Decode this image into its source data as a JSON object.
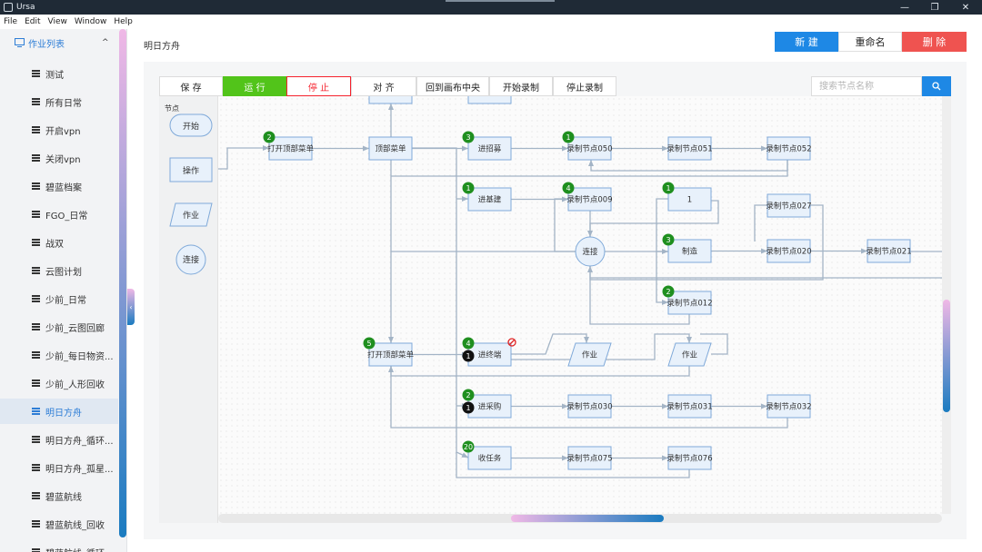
{
  "window": {
    "title": "Ursa",
    "minimize_glyph": "—",
    "maximize_glyph": "❐",
    "close_glyph": "✕"
  },
  "menu": [
    "File",
    "Edit",
    "View",
    "Window",
    "Help"
  ],
  "sidebar": {
    "header": "作业列表",
    "items": [
      {
        "label": "测试",
        "active": false
      },
      {
        "label": "所有日常",
        "active": false
      },
      {
        "label": "开启vpn",
        "active": false
      },
      {
        "label": "关闭vpn",
        "active": false
      },
      {
        "label": "碧蓝档案",
        "active": false
      },
      {
        "label": "FGO_日常",
        "active": false
      },
      {
        "label": "战双",
        "active": false
      },
      {
        "label": "云图计划",
        "active": false
      },
      {
        "label": "少前_日常",
        "active": false
      },
      {
        "label": "少前_云图回廊",
        "active": false
      },
      {
        "label": "少前_每日物资...",
        "active": false
      },
      {
        "label": "少前_人形回收",
        "active": false
      },
      {
        "label": "明日方舟",
        "active": true
      },
      {
        "label": "明日方舟_循环...",
        "active": false
      },
      {
        "label": "明日方舟_孤星...",
        "active": false
      },
      {
        "label": "碧蓝航线",
        "active": false
      },
      {
        "label": "碧蓝航线_回收",
        "active": false
      },
      {
        "label": "碧蓝航线_循环",
        "active": false
      }
    ]
  },
  "main": {
    "title": "明日方舟",
    "buttons": {
      "new": "新 建",
      "rename": "重命名",
      "delete": "删 除"
    }
  },
  "toolbar": {
    "save": "保 存",
    "run": "运 行",
    "stop": "停 止",
    "align": "对 齐",
    "center": "回到画布中央",
    "start_record": "开始录制",
    "stop_record": "停止录制"
  },
  "search": {
    "placeholder": "搜索节点名称",
    "value": ""
  },
  "palette": {
    "title": "节点",
    "start": "开始",
    "operation": "操作",
    "job": "作业",
    "connect": "连接"
  },
  "graph": {
    "nodes": [
      {
        "id": "n_top_a",
        "label": "打开顶部菜单",
        "badge": "2",
        "badge2": ""
      },
      {
        "id": "n_top",
        "label": "顶部菜单",
        "badge": "",
        "badge2": ""
      },
      {
        "id": "n_recruit",
        "label": "进招募",
        "badge": "3",
        "badge2": ""
      },
      {
        "id": "n_r050",
        "label": "录制节点050",
        "badge": "1",
        "badge2": ""
      },
      {
        "id": "n_r051",
        "label": "录制节点051",
        "badge": "",
        "badge2": ""
      },
      {
        "id": "n_r052",
        "label": "录制节点052",
        "badge": "",
        "badge2": ""
      },
      {
        "id": "n_base",
        "label": "进基建",
        "badge": "1",
        "badge2": ""
      },
      {
        "id": "n_r009",
        "label": "录制节点009",
        "badge": "4",
        "badge2": ""
      },
      {
        "id": "n_one",
        "label": "1",
        "badge": "1",
        "badge2": ""
      },
      {
        "id": "n_r027",
        "label": "录制节点027",
        "badge": "",
        "badge2": ""
      },
      {
        "id": "n_connect",
        "label": "连接",
        "badge": "",
        "badge2": ""
      },
      {
        "id": "n_make",
        "label": "制造",
        "badge": "3",
        "badge2": ""
      },
      {
        "id": "n_r020",
        "label": "录制节点020",
        "badge": "",
        "badge2": ""
      },
      {
        "id": "n_r021",
        "label": "录制节点021",
        "badge": "",
        "badge2": ""
      },
      {
        "id": "n_r012",
        "label": "录制节点012",
        "badge": "2",
        "badge2": ""
      },
      {
        "id": "n_top_b",
        "label": "打开顶部菜单",
        "badge": "5",
        "badge2": ""
      },
      {
        "id": "n_terminal",
        "label": "进终端",
        "badge": "4",
        "badge2": "1"
      },
      {
        "id": "n_job1",
        "label": "作业",
        "badge": "",
        "badge2": ""
      },
      {
        "id": "n_job2",
        "label": "作业",
        "badge": "",
        "badge2": ""
      },
      {
        "id": "n_purchase",
        "label": "进采购",
        "badge": "2",
        "badge2": "1"
      },
      {
        "id": "n_r030",
        "label": "录制节点030",
        "badge": "",
        "badge2": ""
      },
      {
        "id": "n_r031",
        "label": "录制节点031",
        "badge": "",
        "badge2": ""
      },
      {
        "id": "n_r032",
        "label": "录制节点032",
        "badge": "",
        "badge2": ""
      },
      {
        "id": "n_task",
        "label": "收任务",
        "badge": "20",
        "badge2": ""
      },
      {
        "id": "n_r075",
        "label": "录制节点075",
        "badge": "",
        "badge2": ""
      },
      {
        "id": "n_r076",
        "label": "录制节点076",
        "badge": "",
        "badge2": ""
      }
    ]
  },
  "colors": {
    "accent": "#1e88e5",
    "run": "#52c41a",
    "stop": "#f5222d",
    "delete": "#ef5350",
    "node_fill": "#e8f1fb",
    "node_stroke": "#7fa9d9",
    "edge": "#a3b4c6",
    "badge_green": "#1f8f1f"
  },
  "icons": {
    "app": "app-icon",
    "sidebar_header": "monitor-icon",
    "collapse": "chevron-up-icon",
    "search": "search-icon",
    "disabled": "prohibited-icon",
    "list": "list-icon"
  }
}
